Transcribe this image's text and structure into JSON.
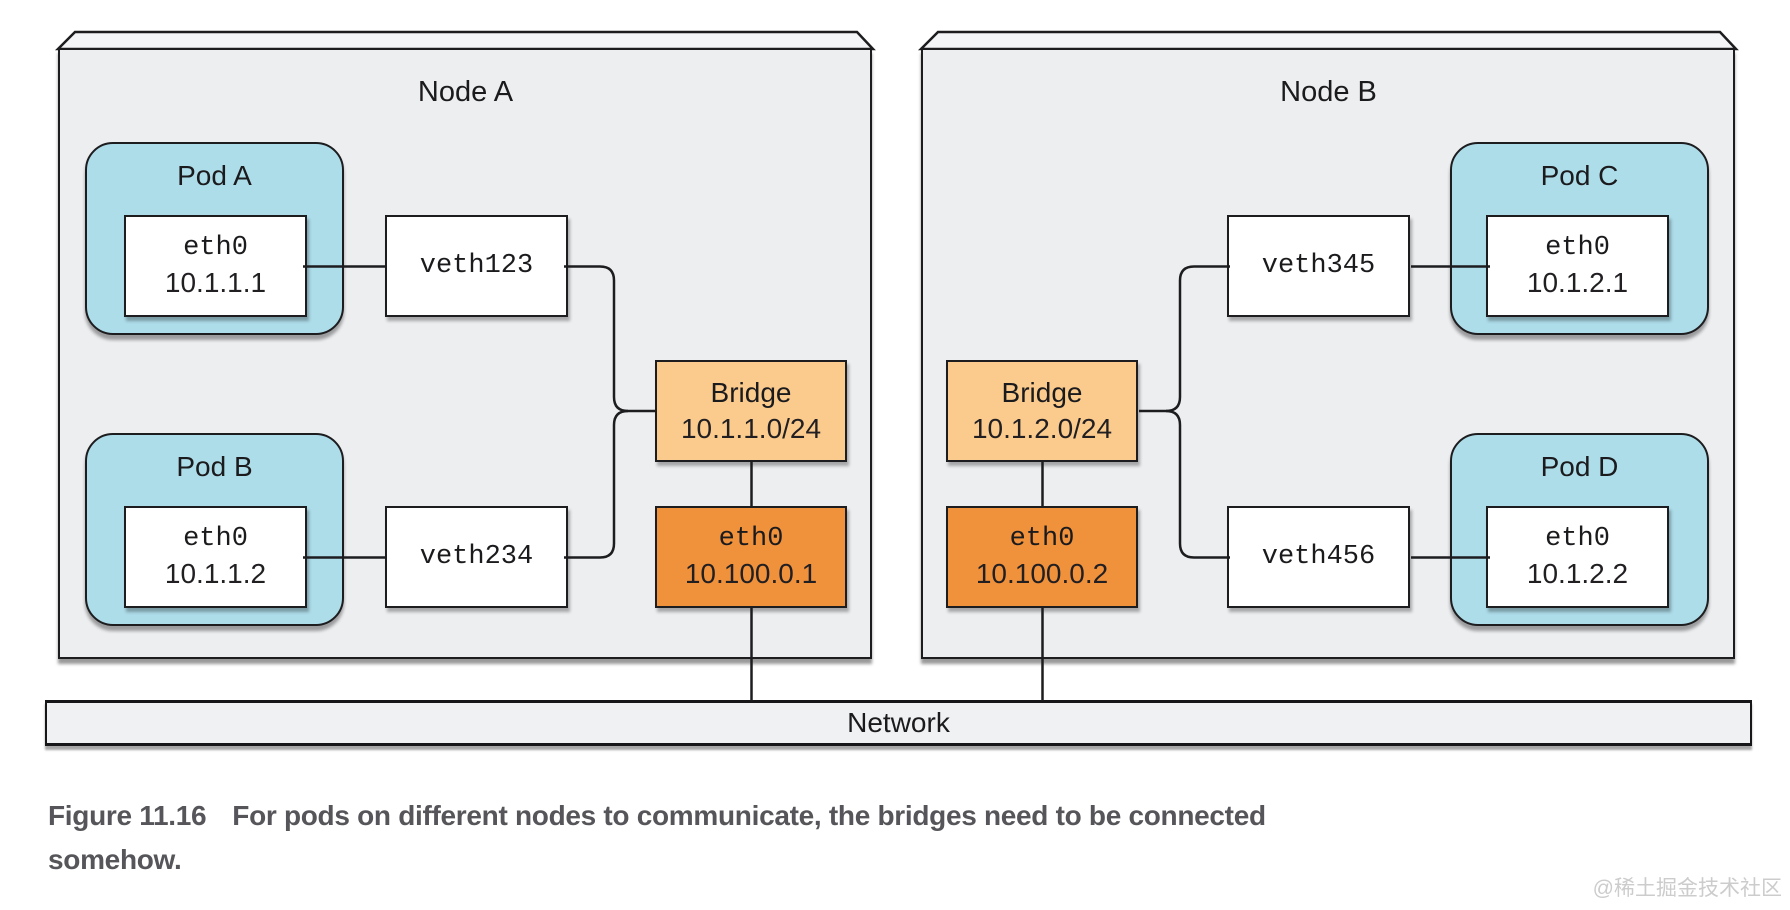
{
  "figure": {
    "nodes": [
      {
        "title": "Node A",
        "pods": [
          {
            "name": "Pod A",
            "iface": "eth0",
            "ip": "10.1.1.1"
          },
          {
            "name": "Pod B",
            "iface": "eth0",
            "ip": "10.1.1.2"
          }
        ],
        "veths": [
          "veth123",
          "veth234"
        ],
        "bridge": {
          "label": "Bridge",
          "subnet": "10.1.1.0/24"
        },
        "node_eth": {
          "iface": "eth0",
          "ip": "10.100.0.1"
        }
      },
      {
        "title": "Node B",
        "pods": [
          {
            "name": "Pod C",
            "iface": "eth0",
            "ip": "10.1.2.1"
          },
          {
            "name": "Pod D",
            "iface": "eth0",
            "ip": "10.1.2.2"
          }
        ],
        "veths": [
          "veth345",
          "veth456"
        ],
        "bridge": {
          "label": "Bridge",
          "subnet": "10.1.2.0/24"
        },
        "node_eth": {
          "iface": "eth0",
          "ip": "10.100.0.2"
        }
      }
    ],
    "network_label": "Network",
    "caption": {
      "figure_number": "Figure 11.16",
      "line1": "For pods on different nodes to communicate, the bridges need to be connected",
      "line2": "somehow."
    },
    "watermark": "@稀土掘金技术社区",
    "colors": {
      "node_fill": "#edeef0",
      "node_top_fill": "#f4f5f6",
      "pod_fill": "#aeddea",
      "bridge_fill": "#fbcb8d",
      "node_eth_fill": "#f0913c",
      "line": "#1d1d20",
      "caption_text": "#56565a",
      "watermark_text": "#cccccd"
    }
  }
}
